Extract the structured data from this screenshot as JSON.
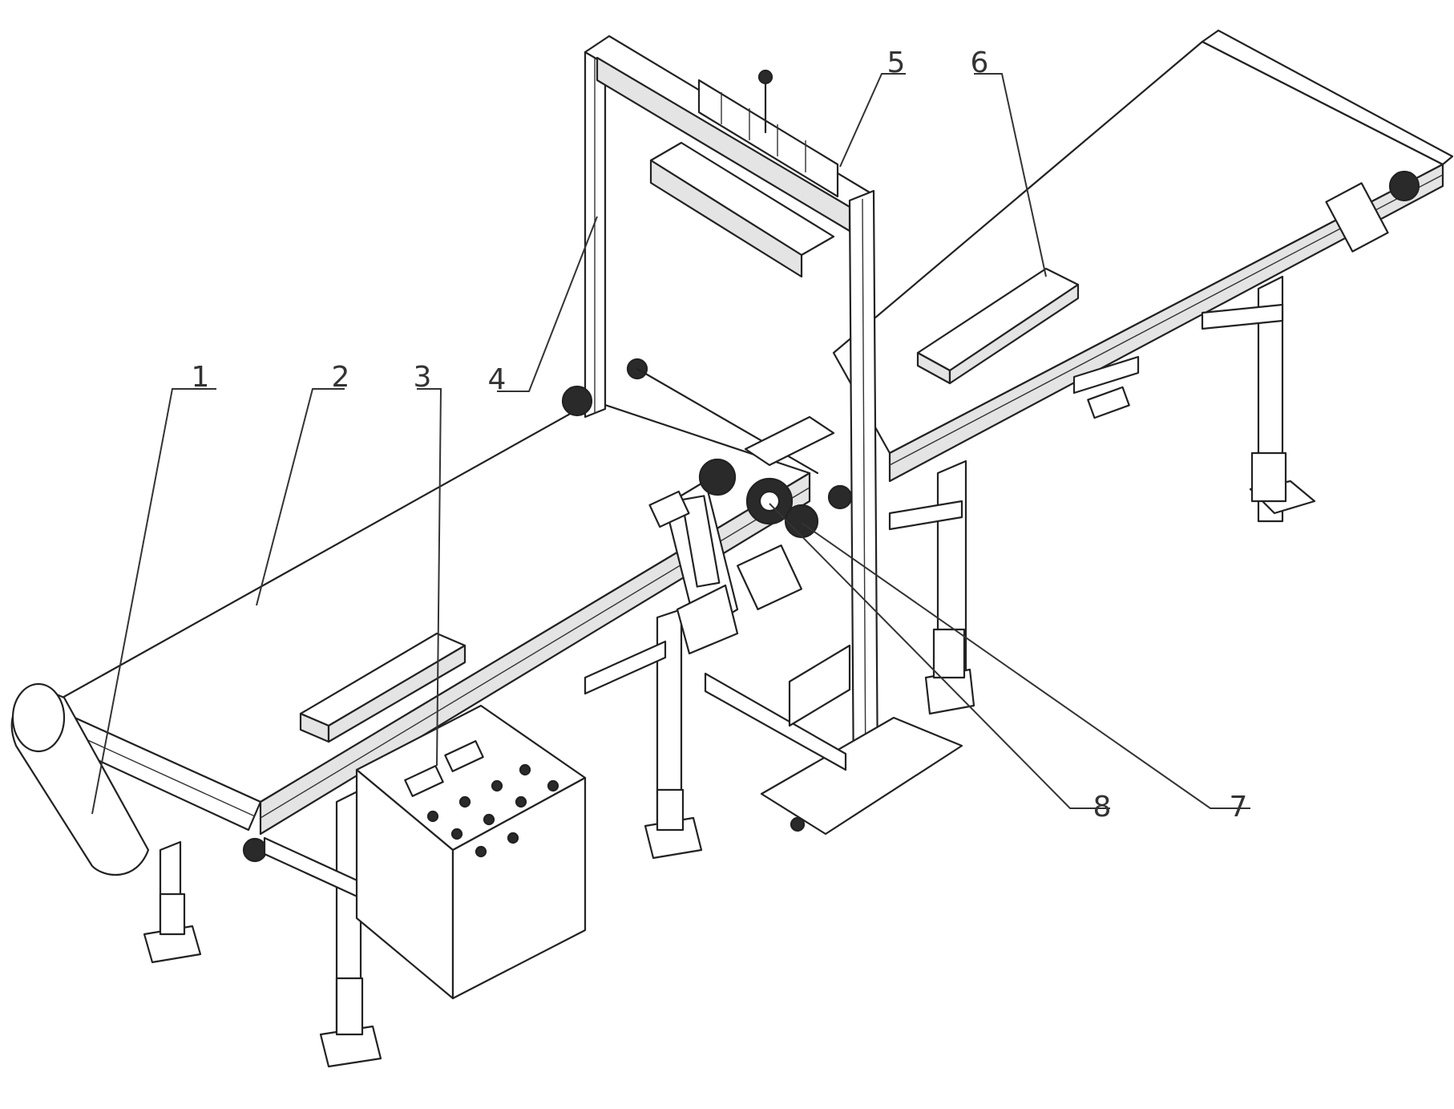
{
  "figure": {
    "callouts": [
      {
        "label": "1"
      },
      {
        "label": "2"
      },
      {
        "label": "3"
      },
      {
        "label": "4"
      },
      {
        "label": "5"
      },
      {
        "label": "6"
      },
      {
        "label": "7"
      },
      {
        "label": "8"
      }
    ]
  },
  "colors": {
    "line": "#222222",
    "label": "#333333",
    "background": "#ffffff"
  }
}
